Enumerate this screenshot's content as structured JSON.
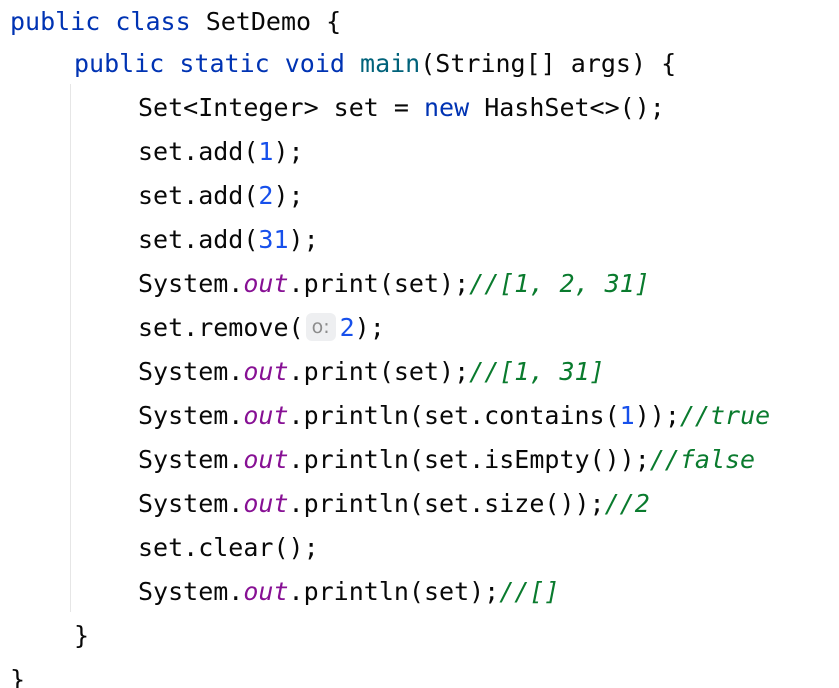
{
  "code": {
    "l1": {
      "kw_public": "public",
      "kw_class": "class",
      "name": " SetDemo {"
    },
    "l2": {
      "kw_public": "public",
      "kw_static": "static",
      "kw_void": "void",
      "fn_main": "main",
      "params": "(String[] args) {"
    },
    "l3": {
      "decl": "Set<Integer> set = ",
      "kw_new": "new",
      "ctor": " HashSet<>();"
    },
    "l4": {
      "call": "set.add(",
      "num": "1",
      "end": ");"
    },
    "l5": {
      "call": "set.add(",
      "num": "2",
      "end": ");"
    },
    "l6": {
      "call": "set.add(",
      "num": "31",
      "end": ");"
    },
    "l7": {
      "sys": "System.",
      "fld": "out",
      "call": ".print(set);",
      "cmt": "//[1, 2, 31]"
    },
    "l8": {
      "call": "set.remove(",
      "hint": "o:",
      "num": "2",
      "end": ");"
    },
    "l9": {
      "sys": "System.",
      "fld": "out",
      "call": ".print(set);",
      "cmt": "//[1, 31]"
    },
    "l10": {
      "sys": "System.",
      "fld": "out",
      "call": ".println(set.contains(",
      "num": "1",
      "end": "));",
      "cmt": "//true"
    },
    "l11": {
      "sys": "System.",
      "fld": "out",
      "call": ".println(set.isEmpty());",
      "cmt": "//false"
    },
    "l12": {
      "sys": "System.",
      "fld": "out",
      "call": ".println(set.size());",
      "cmt": "//2"
    },
    "l13": {
      "call": "set.clear();"
    },
    "l14": {
      "sys": "System.",
      "fld": "out",
      "call": ".println(set);",
      "cmt": "//[]"
    },
    "l15": {
      "brace": "}"
    },
    "l16": {
      "brace": "}"
    }
  }
}
